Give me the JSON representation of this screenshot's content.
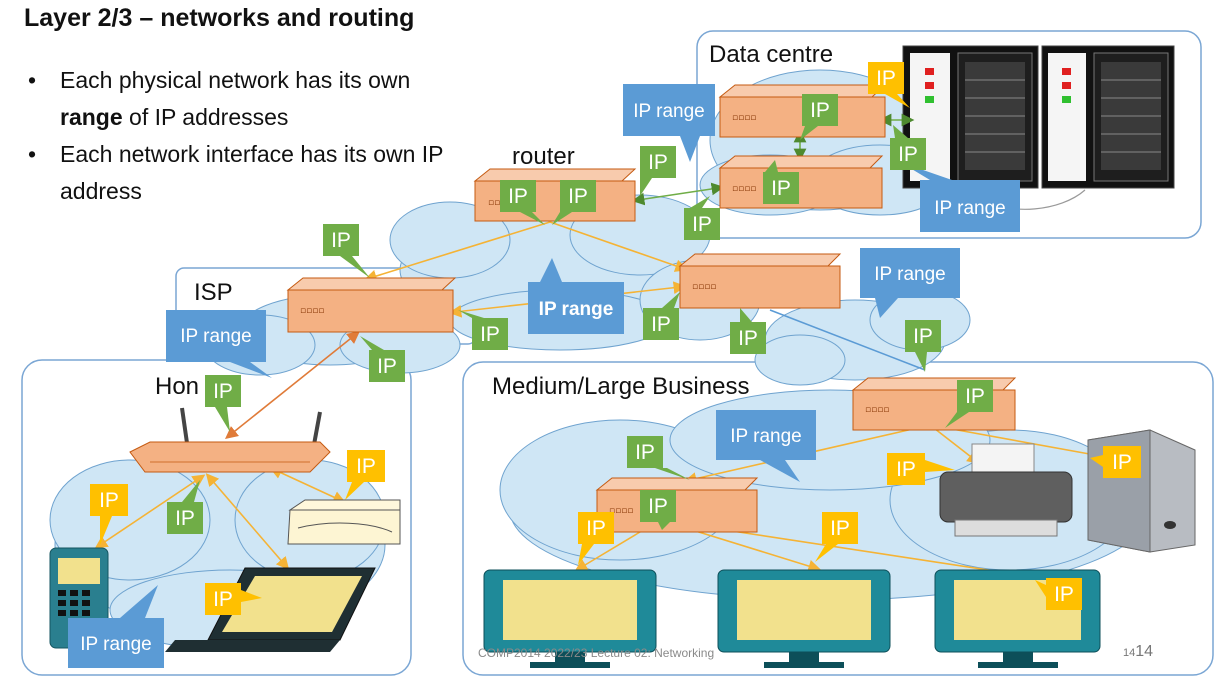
{
  "slide": {
    "title": "Layer 2/3 – networks and routing",
    "bullets": [
      {
        "before": "Each physical network has its own ",
        "bold": "range",
        "after": " of IP addresses"
      },
      {
        "before": "Each network interface has its own IP address",
        "bold": "",
        "after": ""
      }
    ],
    "bullet_symbol": "•",
    "footer": "COMP2014 2022/23 Lecture 02: Networking",
    "page_small": "14",
    "page_large": "14"
  },
  "labels": {
    "data_centre": "Data centre",
    "router": "router",
    "isp": "ISP",
    "home": "Hon",
    "business": "Medium/Large Business",
    "ip": "IP",
    "ip_range": "IP range",
    "ip_range_bold": "IP range",
    "router_ports": "▫▫▫▫"
  },
  "colors": {
    "cloud": "#cfe6f5",
    "cloud_stroke": "#6fa3cf",
    "router_fill": "#f4b183",
    "router_stroke": "#c55a11",
    "ip_green": "#70ad47",
    "ip_yellow": "#ffc000",
    "callout_blue": "#5b9bd5",
    "link_orange": "#f5b335",
    "link_green": "#70ad47",
    "link_blue": "#5b9bd5",
    "box_border": "#7aa6d4",
    "monitor_teal": "#1f8a99",
    "screen_yellow": "#f2e18d"
  }
}
